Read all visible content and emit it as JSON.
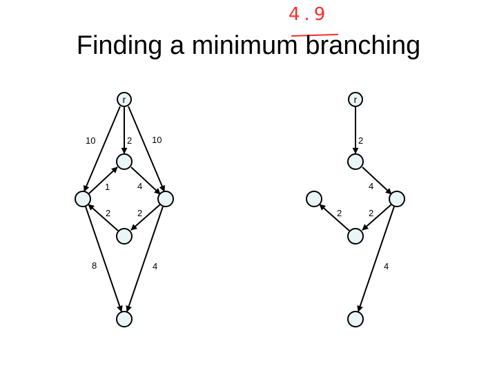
{
  "title": "Finding a minimum branching",
  "annotation": "4.9",
  "colors": {
    "node_fill": "#e9f5f6",
    "annotation": "#ff2a2a"
  },
  "graphs": {
    "left": {
      "root_label": "r",
      "edge_labels": {
        "r_to_left": "10",
        "r_to_top": "2",
        "r_to_right": "10",
        "left_to_top": "1",
        "top_to_right": "4",
        "bottom_to_left": "2",
        "right_to_bottom": "2",
        "left_to_sink": "8",
        "right_to_sink": "4"
      }
    },
    "right": {
      "root_label": "r",
      "edge_labels": {
        "r_to_top": "2",
        "top_to_right": "4",
        "bottom_to_left": "2",
        "right_to_bottom": "2",
        "right_to_sink": "4"
      }
    }
  }
}
